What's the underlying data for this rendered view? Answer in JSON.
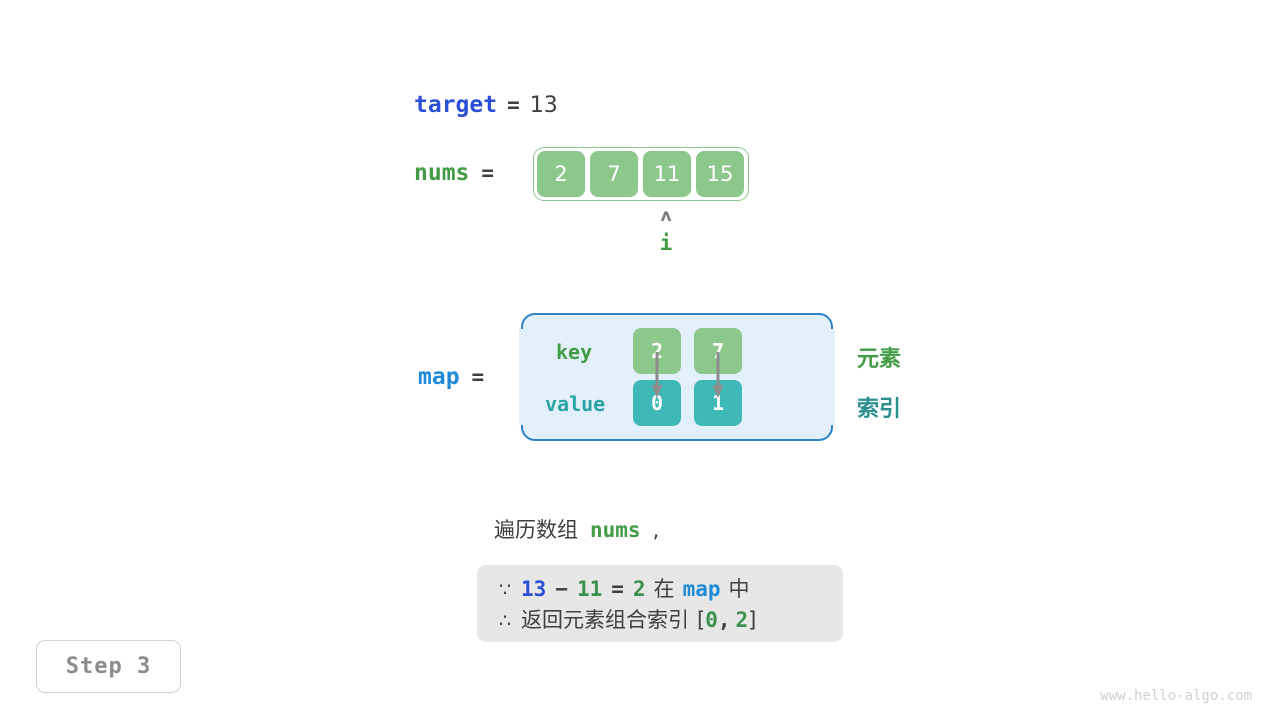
{
  "target": {
    "name": "target",
    "equals": "=",
    "value": "13"
  },
  "nums": {
    "name": "nums",
    "equals": "=",
    "values": [
      "2",
      "7",
      "11",
      "15"
    ]
  },
  "pointer": {
    "caret": "ʌ",
    "label": "i",
    "index": 2
  },
  "map": {
    "name": "map",
    "equals": "=",
    "key_label": "key",
    "value_label": "value",
    "entries": [
      {
        "key": "2",
        "value": "0"
      },
      {
        "key": "7",
        "value": "1"
      }
    ],
    "side_labels": {
      "elements": "元素",
      "indices": "索引"
    }
  },
  "explanation": {
    "prefix": "遍历数组",
    "code": "nums",
    "suffix": ","
  },
  "conclusion": {
    "line1": {
      "symbol": "∵",
      "a": "13",
      "minus": "−",
      "b": "11",
      "eq": "=",
      "result": "2",
      "mid": "在",
      "map": "map",
      "end": "中"
    },
    "line2": {
      "symbol": "∴",
      "text": "返回元素组合索引",
      "bracket_open": "[",
      "i0": "0",
      "comma": ",",
      "i1": "2",
      "bracket_close": "]"
    }
  },
  "step_badge": "Step 3",
  "watermark": "www.hello-algo.com",
  "colors": {
    "green": "#429b46",
    "green_fill": "#8cc78c",
    "teal_fill": "#3fb8b8",
    "teal_text": "#2a8f8f",
    "blue_target": "#2b4fd6",
    "blue_map": "#1f8ad8",
    "map_bg": "#e2f0fb",
    "map_border": "#2e83cc",
    "gray_box": "#e7e7e7",
    "text": "#3f3f3f",
    "arrow": "#8d8d8d"
  }
}
